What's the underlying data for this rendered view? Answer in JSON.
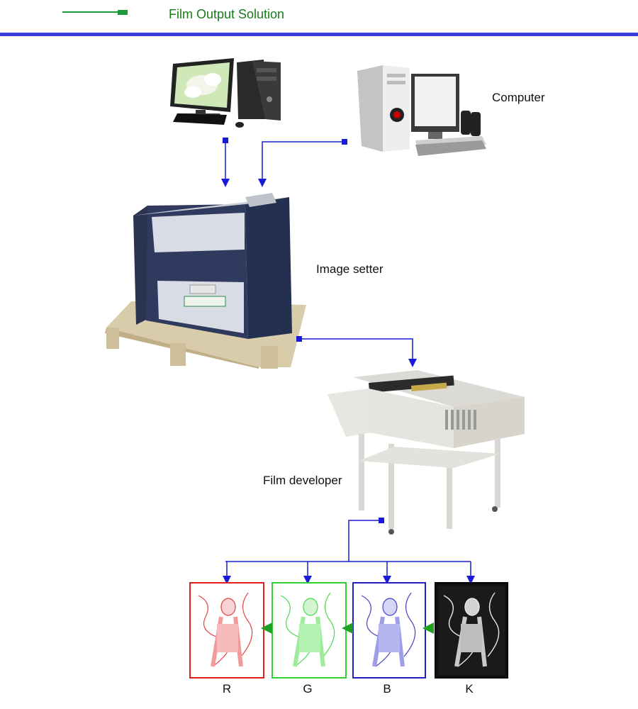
{
  "header": {
    "title": "Film Output Solution",
    "accent_color": "#1a9a3a",
    "bar_color": "#3b3bdc"
  },
  "nodes": {
    "computer_label": "Computer",
    "image_setter_label": "Image setter",
    "film_developer_label": "Film developer"
  },
  "films": [
    {
      "label": "R",
      "color": "#e02020"
    },
    {
      "label": "G",
      "color": "#30d030"
    },
    {
      "label": "B",
      "color": "#2020c0"
    },
    {
      "label": "K",
      "color": "#000000"
    }
  ],
  "connector_color": "#1a1ad8",
  "arrow_color": "#20a020"
}
